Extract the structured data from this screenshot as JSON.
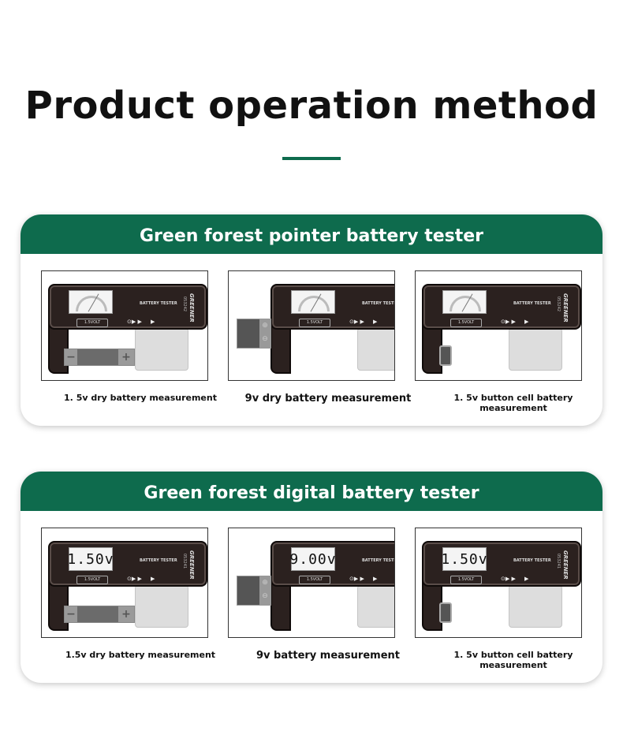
{
  "page": {
    "title": "Product operation method"
  },
  "device": {
    "battery_tester": "BATTERY TESTER",
    "brand": "GREENER",
    "volt_label": "1.5VOLT",
    "battery_neg": "−",
    "battery_pos": "+"
  },
  "sections": [
    {
      "heading": "Green forest pointer battery tester",
      "type": "pointer",
      "model": "053242",
      "items": [
        {
          "caption": "1.  5v dry battery measurement",
          "battery": "aa"
        },
        {
          "caption": "9v dry battery measurement",
          "battery": "9v"
        },
        {
          "caption": "1. 5v button cell battery measurement",
          "battery": "button"
        }
      ]
    },
    {
      "heading": "Green forest digital battery tester",
      "type": "digital",
      "model": "053241",
      "items": [
        {
          "caption": "1.5v dry battery measurement",
          "battery": "aa",
          "display": "1.50v"
        },
        {
          "caption": "9v battery measurement",
          "battery": "9v",
          "display": "9.00v"
        },
        {
          "caption": "1.  5v button cell battery measurement",
          "battery": "button",
          "display": "1.50v"
        }
      ]
    }
  ]
}
